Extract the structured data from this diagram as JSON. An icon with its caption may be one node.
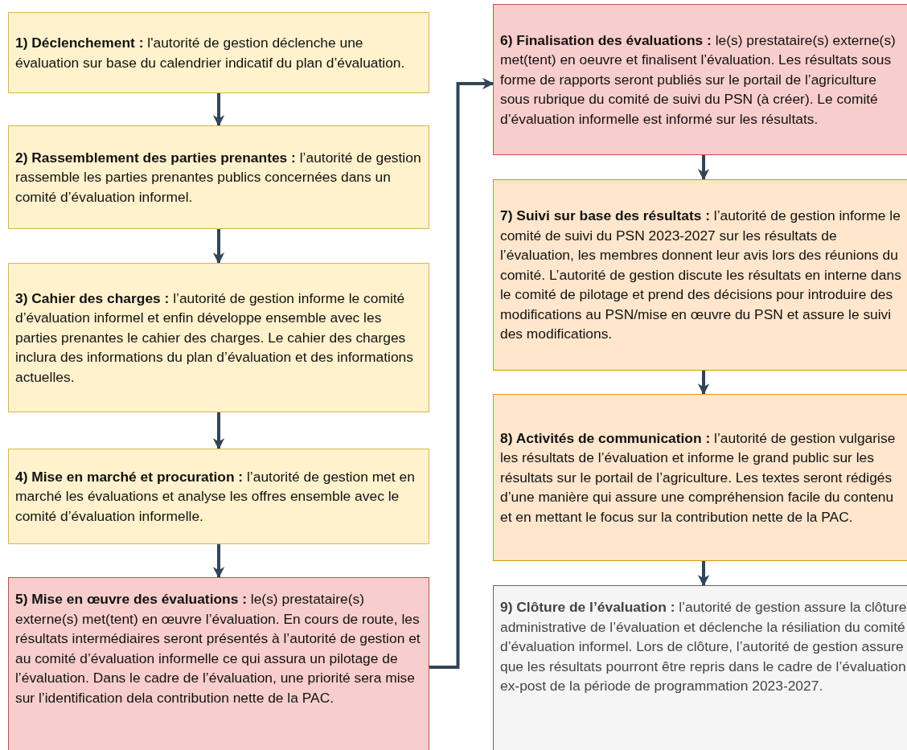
{
  "diagram": {
    "nodes": [
      {
        "text": [
          "**1) Déclenchement :** l'autorité de gestion déclenche une évaluation sur base du calendrier indicatif du plan d’évaluation."
        ]
      },
      {
        "text": [
          "**2) Rassemblement des parties prenantes :** l’autorité de gestion rassemble les parties prenantes publics concernées dans un comité d’évaluation informel."
        ]
      },
      {
        "text": [
          "**3) Cahier des charges :** l’autorité de gestion informe le comité d’évaluation informel et enfin développe ensemble avec les parties prenantes le cahier des charges. Le cahier des charges inclura des informations du plan d’évaluation et des informations actuelles."
        ]
      },
      {
        "text": [
          "**4) Mise en marché et procuration :** l’autorité de gestion met en marché les évaluations et analyse les offres ensemble avec le comité d’évaluation informelle."
        ]
      },
      {
        "text": [
          "**5) Mise en œuvre des évaluations :** le(s) prestataire(s) externe(s) met(tent) en œuvre l’évaluation. En cours de route, les résultats intermédiaires seront présentés à l’autorité de gestion et au comité d’évaluation informelle ce qui assura un pilotage de l’évaluation. Dans le cadre de l’évaluation, une priorité sera  mise sur l’identification dela contribution nette de la PAC."
        ]
      },
      {
        "text": [
          "**6) Finalisation des évaluations :** le(s) prestataire(s) externe(s) met(tent) en oeuvre et finalisent l’évaluation. Les résultats sous forme de rapports seront publiés sur le portail de l’agriculture sous rubrique du comité de suivi du PSN (à créer). Le comité d’évaluation informelle est informé sur les résultats."
        ]
      },
      {
        "text": [
          "**7) Suivi sur base des résultats :** l’autorité de gestion informe le comité de suivi du PSN 2023-2027 sur les résultats de l’évaluation, les membres donnent leur avis lors des réunions du comité. L’autorité de gestion discute les résultats en interne dans le comité de pilotage et prend des décisions pour introduire des modifications au PSN/mise en œuvre du PSN et assure le suivi des modifications."
        ]
      },
      {
        "text": [
          "**8) Activités de communication :** l’autorité de gestion vulgarise les résultats de l’évaluation et informe le grand public sur les résultats sur le portail de l’agriculture. Les textes seront rédigés d’une manière qui assure une compréhension facile du contenu et en mettant le focus sur la contribution nette de la PAC."
        ]
      },
      {
        "text": [
          "**9) Clôture de l’évaluation :** l’autorité de gestion assure la clôture administrative de l’évaluation et déclenche la résiliation du comité d’évaluation informel. Lors de clôture, l’autorité de gestion assure que les résultats pourront être repris dans le cadre de l’évaluation ex-post de la période de programmation 2023-2027."
        ]
      }
    ],
    "edges": [
      {
        "from": 0,
        "to": 1,
        "arrow": "to"
      },
      {
        "from": 1,
        "to": 2,
        "arrow": "to"
      },
      {
        "from": 2,
        "to": 3,
        "arrow": "to"
      },
      {
        "from": 3,
        "to": 4,
        "arrow": "to"
      },
      {
        "from": 4,
        "to": 5,
        "arrow": "to"
      },
      {
        "from": 5,
        "to": 6,
        "arrow": "to"
      },
      {
        "from": 6,
        "to": 7,
        "arrow": "to"
      },
      {
        "from": 7,
        "to": 8,
        "arrow": "to"
      }
    ]
  }
}
